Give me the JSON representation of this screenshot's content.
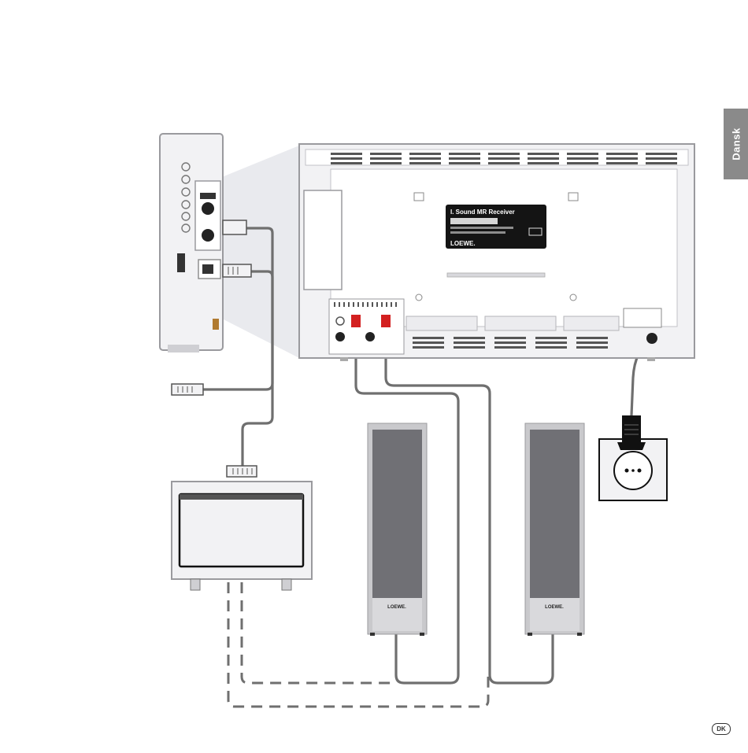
{
  "side_tab": {
    "label": "Dansk"
  },
  "page_badge": {
    "label": "DK"
  },
  "receiver": {
    "title": "I. Sound MR Receiver",
    "brand": "LOEWE."
  },
  "speakers": [
    {
      "brand": "LOEWE."
    },
    {
      "brand": "LOEWE."
    }
  ],
  "colors": {
    "cable": "#6f6f6f",
    "device_body": "#f2f2f4",
    "device_outline": "#9a9a9e",
    "speaker_dark": "#707075",
    "speaker_light": "#c9c9cc",
    "label_plate": "#141414",
    "side_tab": "#8a8a8a"
  }
}
